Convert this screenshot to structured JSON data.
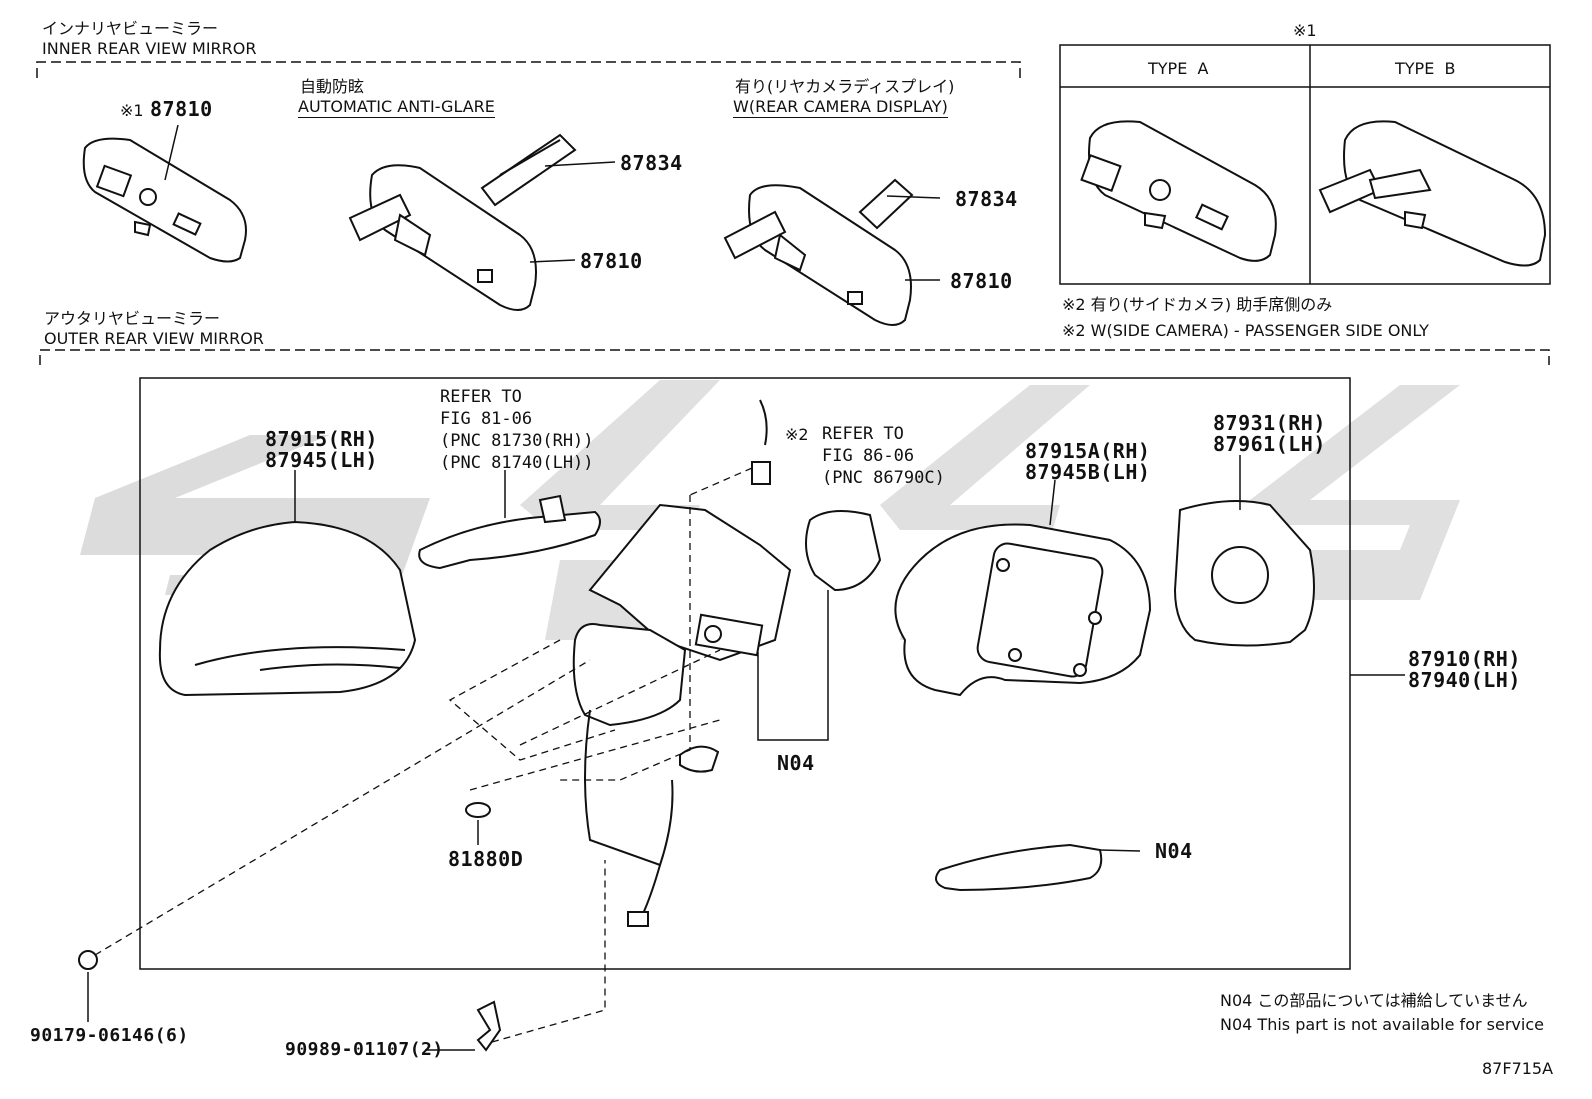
{
  "inner_section": {
    "title_jp": "インナリヤビューミラー",
    "title_en": "INNER REAR VIEW MIRROR",
    "std_part": {
      "note_mark": "※1",
      "part_no": "87810"
    },
    "auto_glare": {
      "label_jp": "自動防眩",
      "label_en": "AUTOMATIC ANTI-GLARE",
      "part_a": "87834",
      "part_b": "87810"
    },
    "rear_cam": {
      "label_jp": "有り(リヤカメラディスプレイ)",
      "label_en": "W(REAR CAMERA DISPLAY)",
      "part_a": "87834",
      "part_b": "87810"
    }
  },
  "type_table": {
    "note_mark": "※1",
    "type_a": "TYPE  A",
    "type_b": "TYPE  B"
  },
  "note2": {
    "jp": "※2 有り(サイドカメラ) 助手席側のみ",
    "en": "※2 W(SIDE CAMERA) - PASSENGER SIDE ONLY"
  },
  "outer_section": {
    "title_jp": "アウタリヤビューミラー",
    "title_en": "OUTER REAR VIEW MIRROR",
    "cover": {
      "rh": "87915(RH)",
      "lh": "87945(LH)"
    },
    "refer1": {
      "l1": "REFER TO",
      "l2": "FIG 81-06",
      "l3": "(PNC 81730(RH))",
      "l4": "(PNC 81740(LH))"
    },
    "refer2": {
      "mark": "※2",
      "l1": "REFER TO",
      "l2": "FIG 86-06",
      "l3": "(PNC 86790C)"
    },
    "housing": {
      "rh": "87915A(RH)",
      "lh": "87945B(LH)"
    },
    "glass": {
      "rh": "87931(RH)",
      "lh": "87961(LH)"
    },
    "assy": {
      "rh": "87910(RH)",
      "lh": "87940(LH)"
    },
    "n04_center": "N04",
    "n04_lamp": "N04",
    "cap": "81880D",
    "nut": "90179-06146(6)",
    "clip": "90989-01107(2)"
  },
  "footnote": {
    "jp": "N04 この部品については補給していません",
    "en": "N04 This part is not available for service"
  },
  "figure_code": "87F715A"
}
